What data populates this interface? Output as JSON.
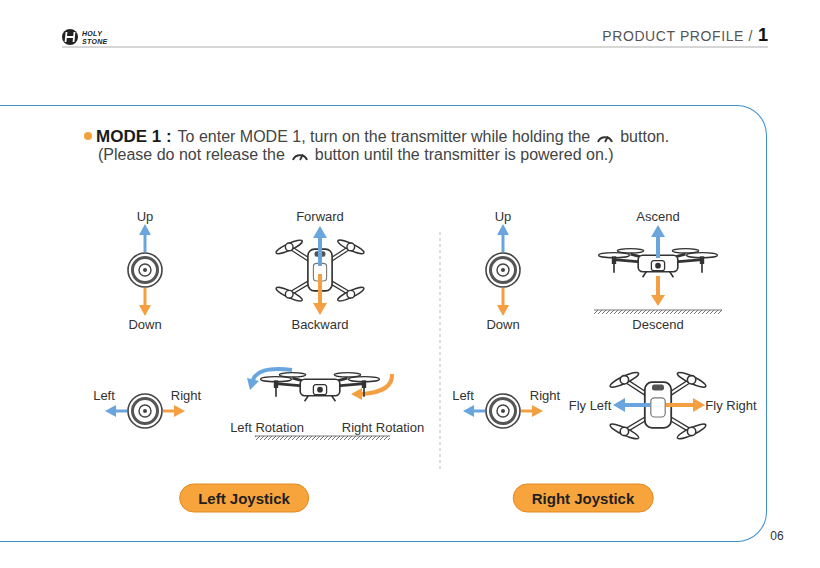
{
  "diagram": {
    "nodes": [
      {
        "text": [
          "MODE 1 :",
          "To enter MODE 1, turn on the transmitter while holding the",
          "button.",
          "(Please do not release the",
          "button until the transmitter is powered on.)"
        ]
      },
      {
        "text": [
          "Left Joystick"
        ],
        "in": 0
      },
      {
        "text": [
          "Right Joystick"
        ],
        "in": 0
      }
    ],
    "labels": [
      "HOLY",
      "STONE",
      "PRODUCT PROFILE /",
      "1",
      "Up",
      "Forward",
      "Down",
      "Backward",
      "Left",
      "Right",
      "Left Rotation",
      "Right Rotation",
      "Up",
      "Ascend",
      "Down",
      "Descend",
      "Left",
      "Right",
      "Fly Left",
      "Fly Right",
      "06"
    ]
  }
}
